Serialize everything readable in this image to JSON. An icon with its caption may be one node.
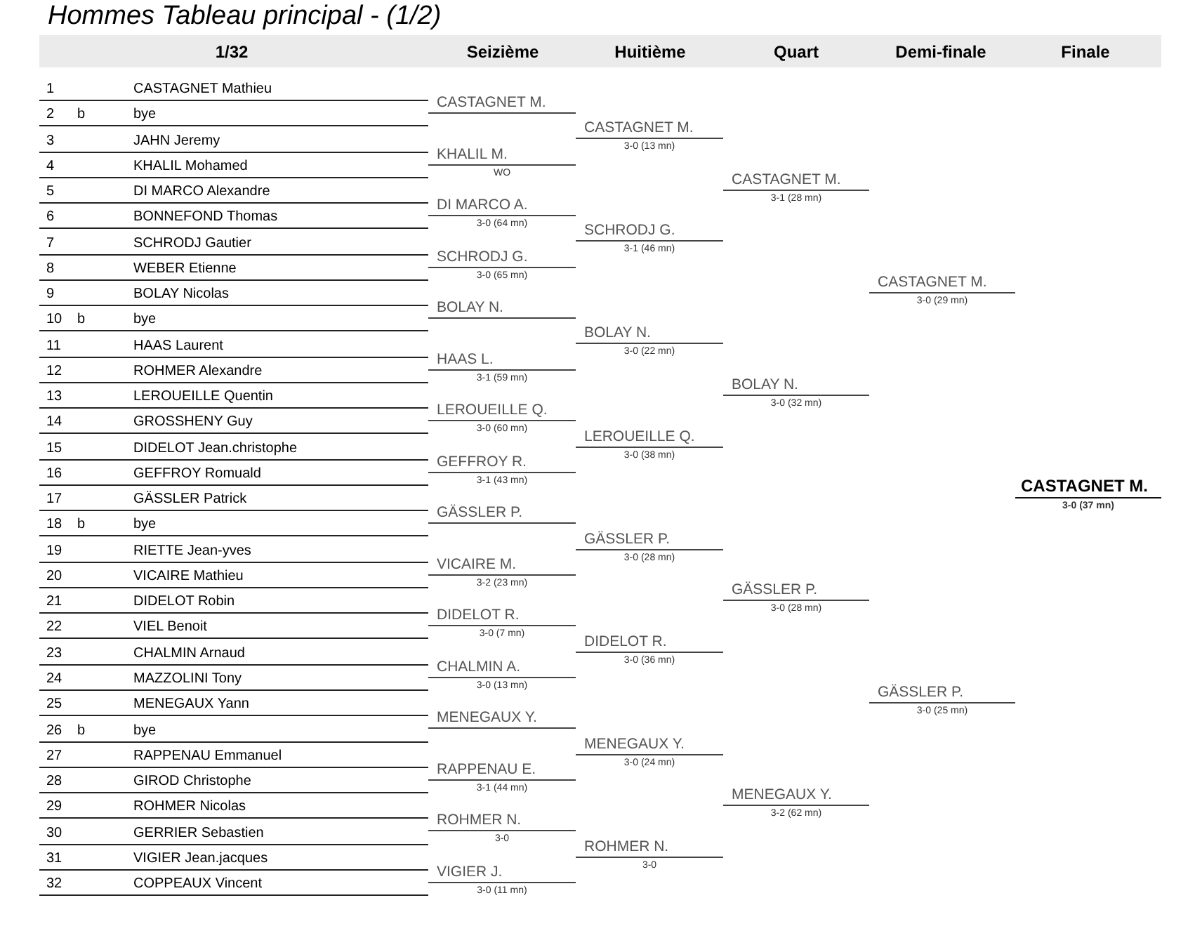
{
  "diagram": {
    "title": "Hommes Tableau principal - (1/2)",
    "labels": [
      "1/32",
      "Seizième",
      "Huitième",
      "Quart",
      "Demi-finale",
      "Finale",
      "1",
      "CASTAGNET Mathieu",
      "2",
      "b",
      "bye",
      "3",
      "JAHN Jeremy",
      "4",
      "KHALIL Mohamed",
      "5",
      "DI MARCO Alexandre",
      "6",
      "BONNEFOND Thomas",
      "7",
      "SCHRODJ Gautier",
      "8",
      "WEBER Etienne",
      "9",
      "BOLAY Nicolas",
      "10",
      "b",
      "bye",
      "11",
      "HAAS Laurent",
      "12",
      "ROHMER Alexandre",
      "13",
      "LEROUEILLE Quentin",
      "14",
      "GROSSHENY Guy",
      "15",
      "DIDELOT Jean.christophe",
      "16",
      "GEFFROY Romuald",
      "17",
      "GÄSSLER Patrick",
      "18",
      "b",
      "bye",
      "19",
      "RIETTE Jean-yves",
      "20",
      "VICAIRE Mathieu",
      "21",
      "DIDELOT Robin",
      "22",
      "VIEL Benoit",
      "23",
      "CHALMIN Arnaud",
      "24",
      "MAZZOLINI Tony",
      "25",
      "MENEGAUX Yann",
      "26",
      "b",
      "bye",
      "27",
      "RAPPENAU Emmanuel",
      "28",
      "GIROD Christophe",
      "29",
      "ROHMER Nicolas",
      "30",
      "GERRIER Sebastien",
      "31",
      "VIGIER Jean.jacques",
      "32",
      "COPPEAUX Vincent",
      "CASTAGNET M.",
      "KHALIL M.",
      "WO",
      "DI MARCO A.",
      "3-0 (64 mn)",
      "SCHRODJ G.",
      "3-0 (65 mn)",
      "BOLAY N.",
      "HAAS L.",
      "3-1 (59 mn)",
      "LEROUEILLE Q.",
      "3-0 (60 mn)",
      "GEFFROY R.",
      "3-1 (43 mn)",
      "GÄSSLER P.",
      "VICAIRE M.",
      "3-2 (23 mn)",
      "DIDELOT R.",
      "3-0 (7 mn)",
      "CHALMIN A.",
      "3-0 (13 mn)",
      "MENEGAUX Y.",
      "RAPPENAU E.",
      "3-1 (44 mn)",
      "ROHMER N.",
      "3-0",
      "VIGIER J.",
      "3-0 (11 mn)",
      "CASTAGNET M.",
      "3-0 (13 mn)",
      "SCHRODJ G.",
      "3-1 (46 mn)",
      "BOLAY N.",
      "3-0 (22 mn)",
      "LEROUEILLE Q.",
      "3-0 (38 mn)",
      "GÄSSLER P.",
      "3-0 (28 mn)",
      "DIDELOT R.",
      "3-0 (36 mn)",
      "MENEGAUX Y.",
      "3-0 (24 mn)",
      "ROHMER N.",
      "3-0",
      "CASTAGNET M.",
      "3-1 (28 mn)",
      "BOLAY N.",
      "3-0 (32 mn)",
      "GÄSSLER P.",
      "3-0 (28 mn)",
      "MENEGAUX Y.",
      "3-2 (62 mn)",
      "CASTAGNET M.",
      "3-0 (29 mn)",
      "GÄSSLER P.",
      "3-0 (25 mn)",
      "CASTAGNET M.",
      "3-0 (37 mn)"
    ]
  }
}
